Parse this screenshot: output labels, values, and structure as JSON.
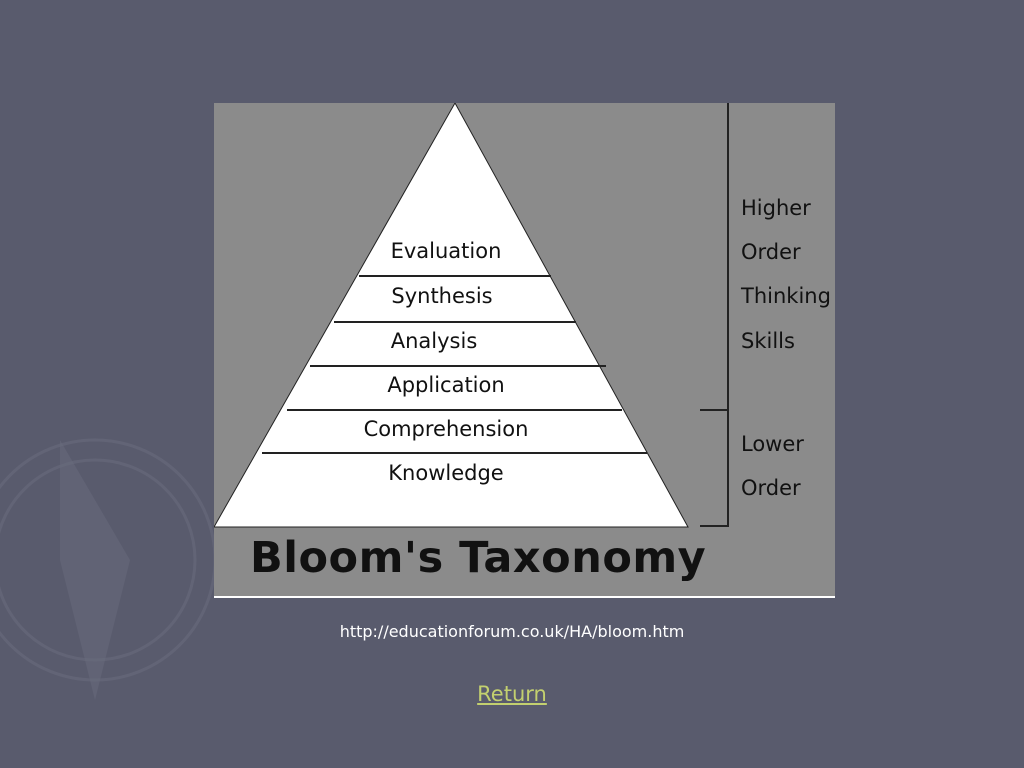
{
  "figure": {
    "title": "Bloom's Taxonomy",
    "levels": [
      "Evaluation",
      "Synthesis",
      "Analysis",
      "Application",
      "Comprehension",
      "Knowledge"
    ],
    "higher_order": [
      "Higher",
      "Order",
      "Thinking",
      "Skills"
    ],
    "lower_order": [
      "Lower",
      "Order"
    ]
  },
  "source_url": "http://educationforum.co.uk/HA/bloom.htm",
  "return_label": "Return",
  "colors": {
    "background": "#595b6d",
    "figure_bg": "#8b8b8b",
    "pyramid_fill": "#ffffff",
    "link": "#c3d06f"
  }
}
